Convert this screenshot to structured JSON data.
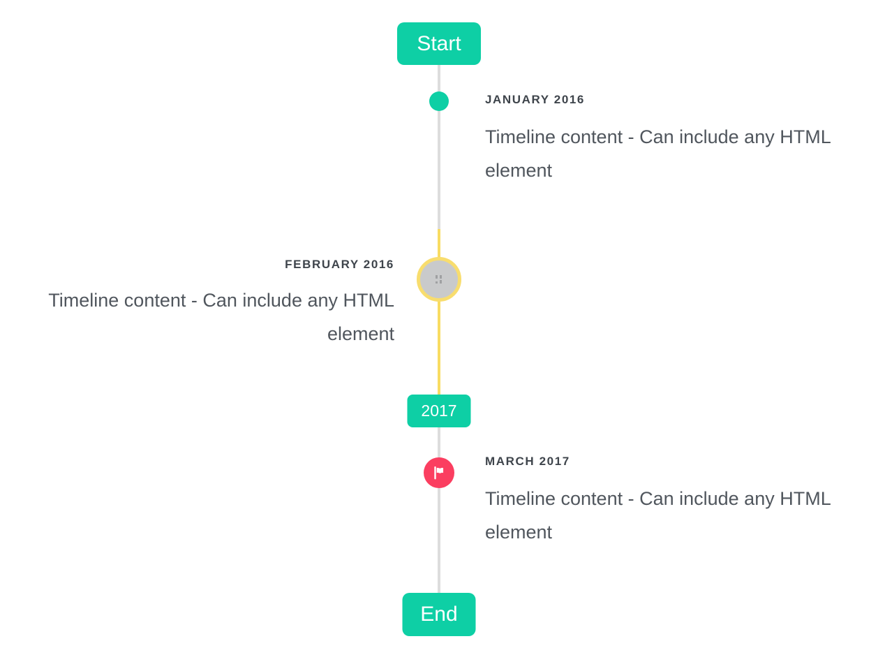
{
  "timeline": {
    "start_label": "Start",
    "end_label": "End",
    "year_badge_label": "2017",
    "items": [
      {
        "title": "JANUARY 2016",
        "content": "Timeline content - Can include any HTML element",
        "side": "right",
        "marker": "teal-dot"
      },
      {
        "title": "FEBRUARY 2016",
        "content": "Timeline content - Can include any HTML element",
        "side": "left",
        "marker": "gray-image-circle-with-yellow-ring"
      },
      {
        "title": "MARCH 2017",
        "content": "Timeline content - Can include any HTML element",
        "side": "right",
        "marker": "red-flag-circle"
      }
    ],
    "colors": {
      "accent_teal": "#0ECFA5",
      "marker_red": "#FB3E60",
      "line_gray": "#DDDDDD",
      "line_yellow": "#F8DC62",
      "ring_yellow": "#F8DD6E",
      "circle_gray_fill": "#C9CACB",
      "title_text": "#3E444B",
      "body_text": "#50565D",
      "badge_text": "#FFFFFF"
    }
  }
}
